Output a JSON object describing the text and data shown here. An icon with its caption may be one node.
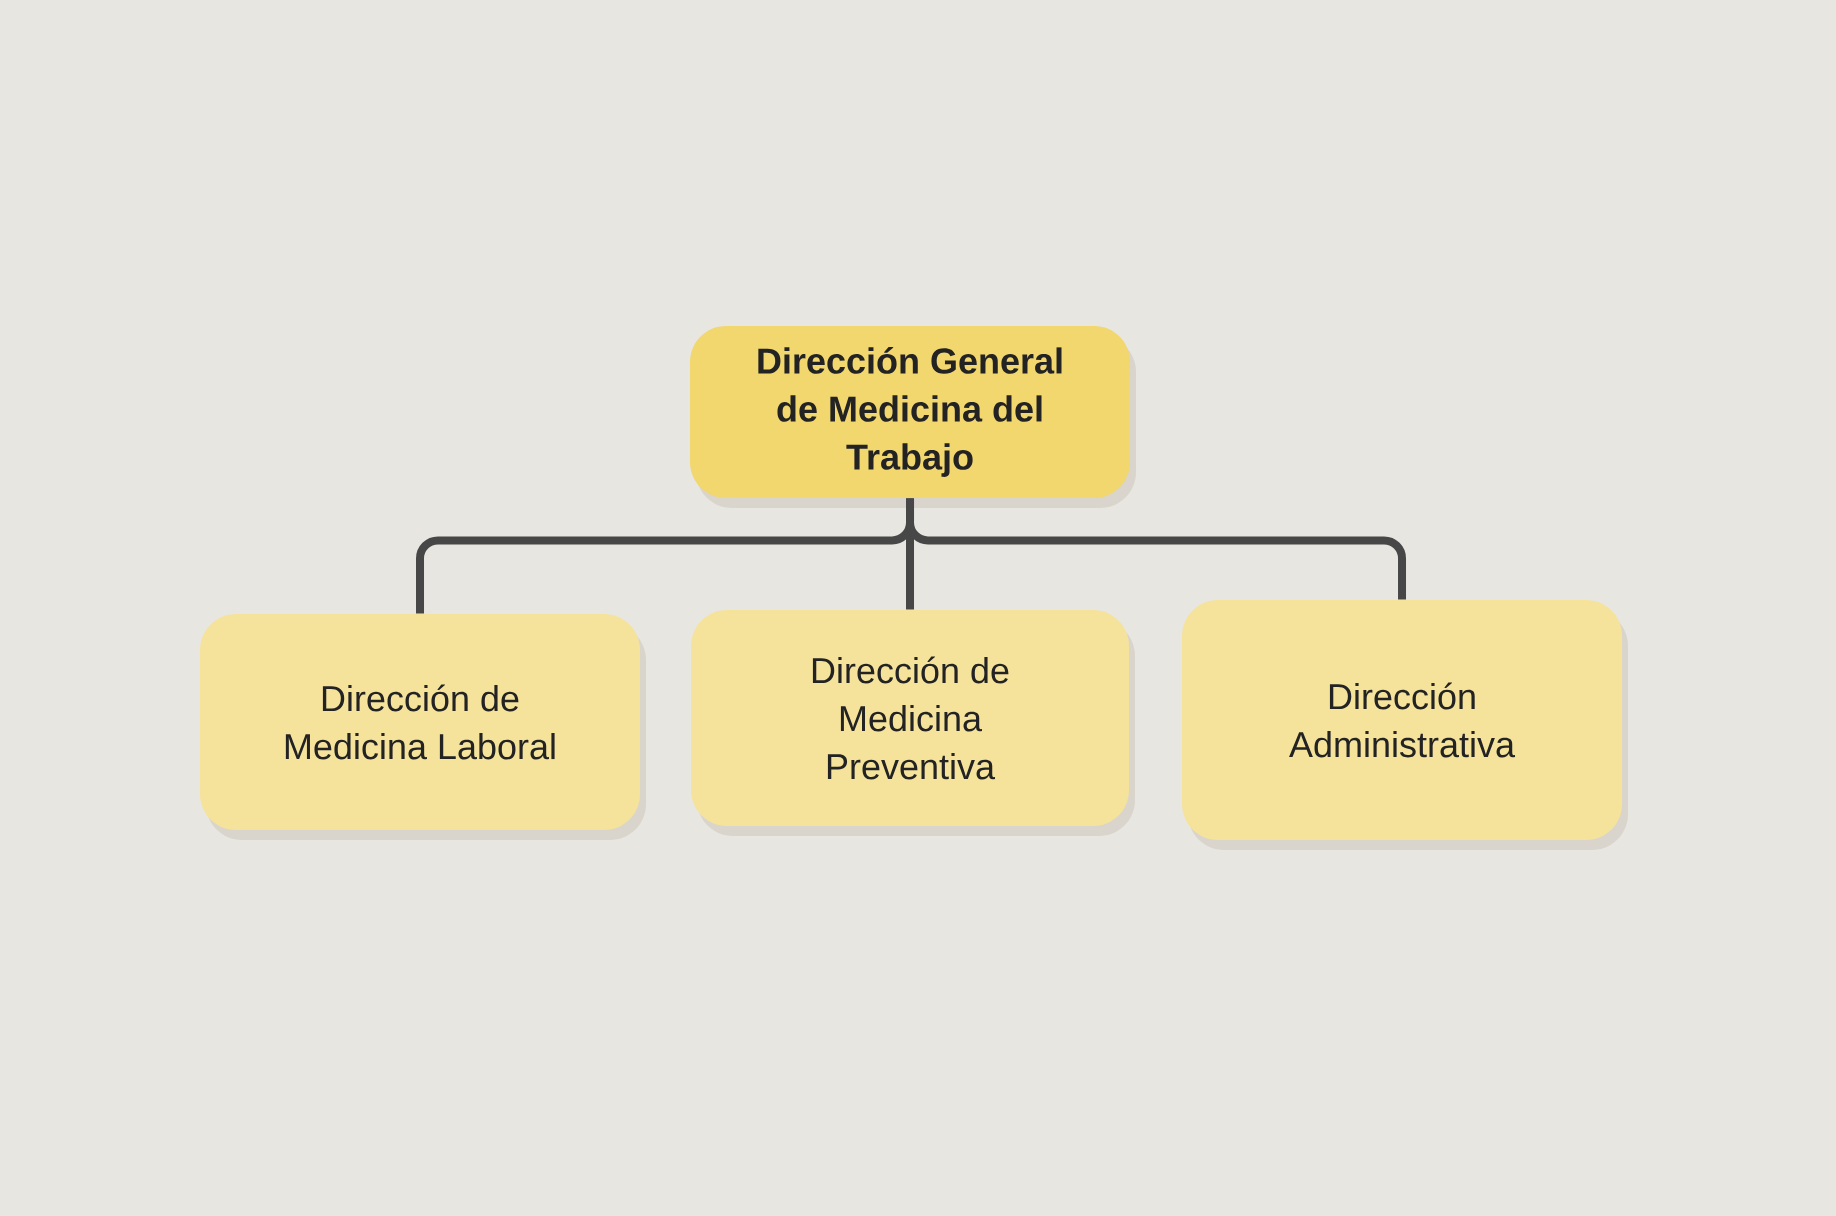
{
  "diagram": {
    "nodes": [
      {
        "text": [
          "Dirección General de Medicina del Trabajo"
        ]
      },
      {
        "text": [
          "Dirección de Medicina Laboral"
        ]
      },
      {
        "text": [
          "Dirección de Medicina Preventiva"
        ]
      },
      {
        "text": [
          "Dirección Administrativa"
        ]
      }
    ],
    "edges": [
      {
        "from": 0,
        "to": 1,
        "arrow": "none"
      },
      {
        "from": 0,
        "to": 2,
        "arrow": "none"
      },
      {
        "from": 0,
        "to": 3,
        "arrow": "none"
      }
    ]
  }
}
